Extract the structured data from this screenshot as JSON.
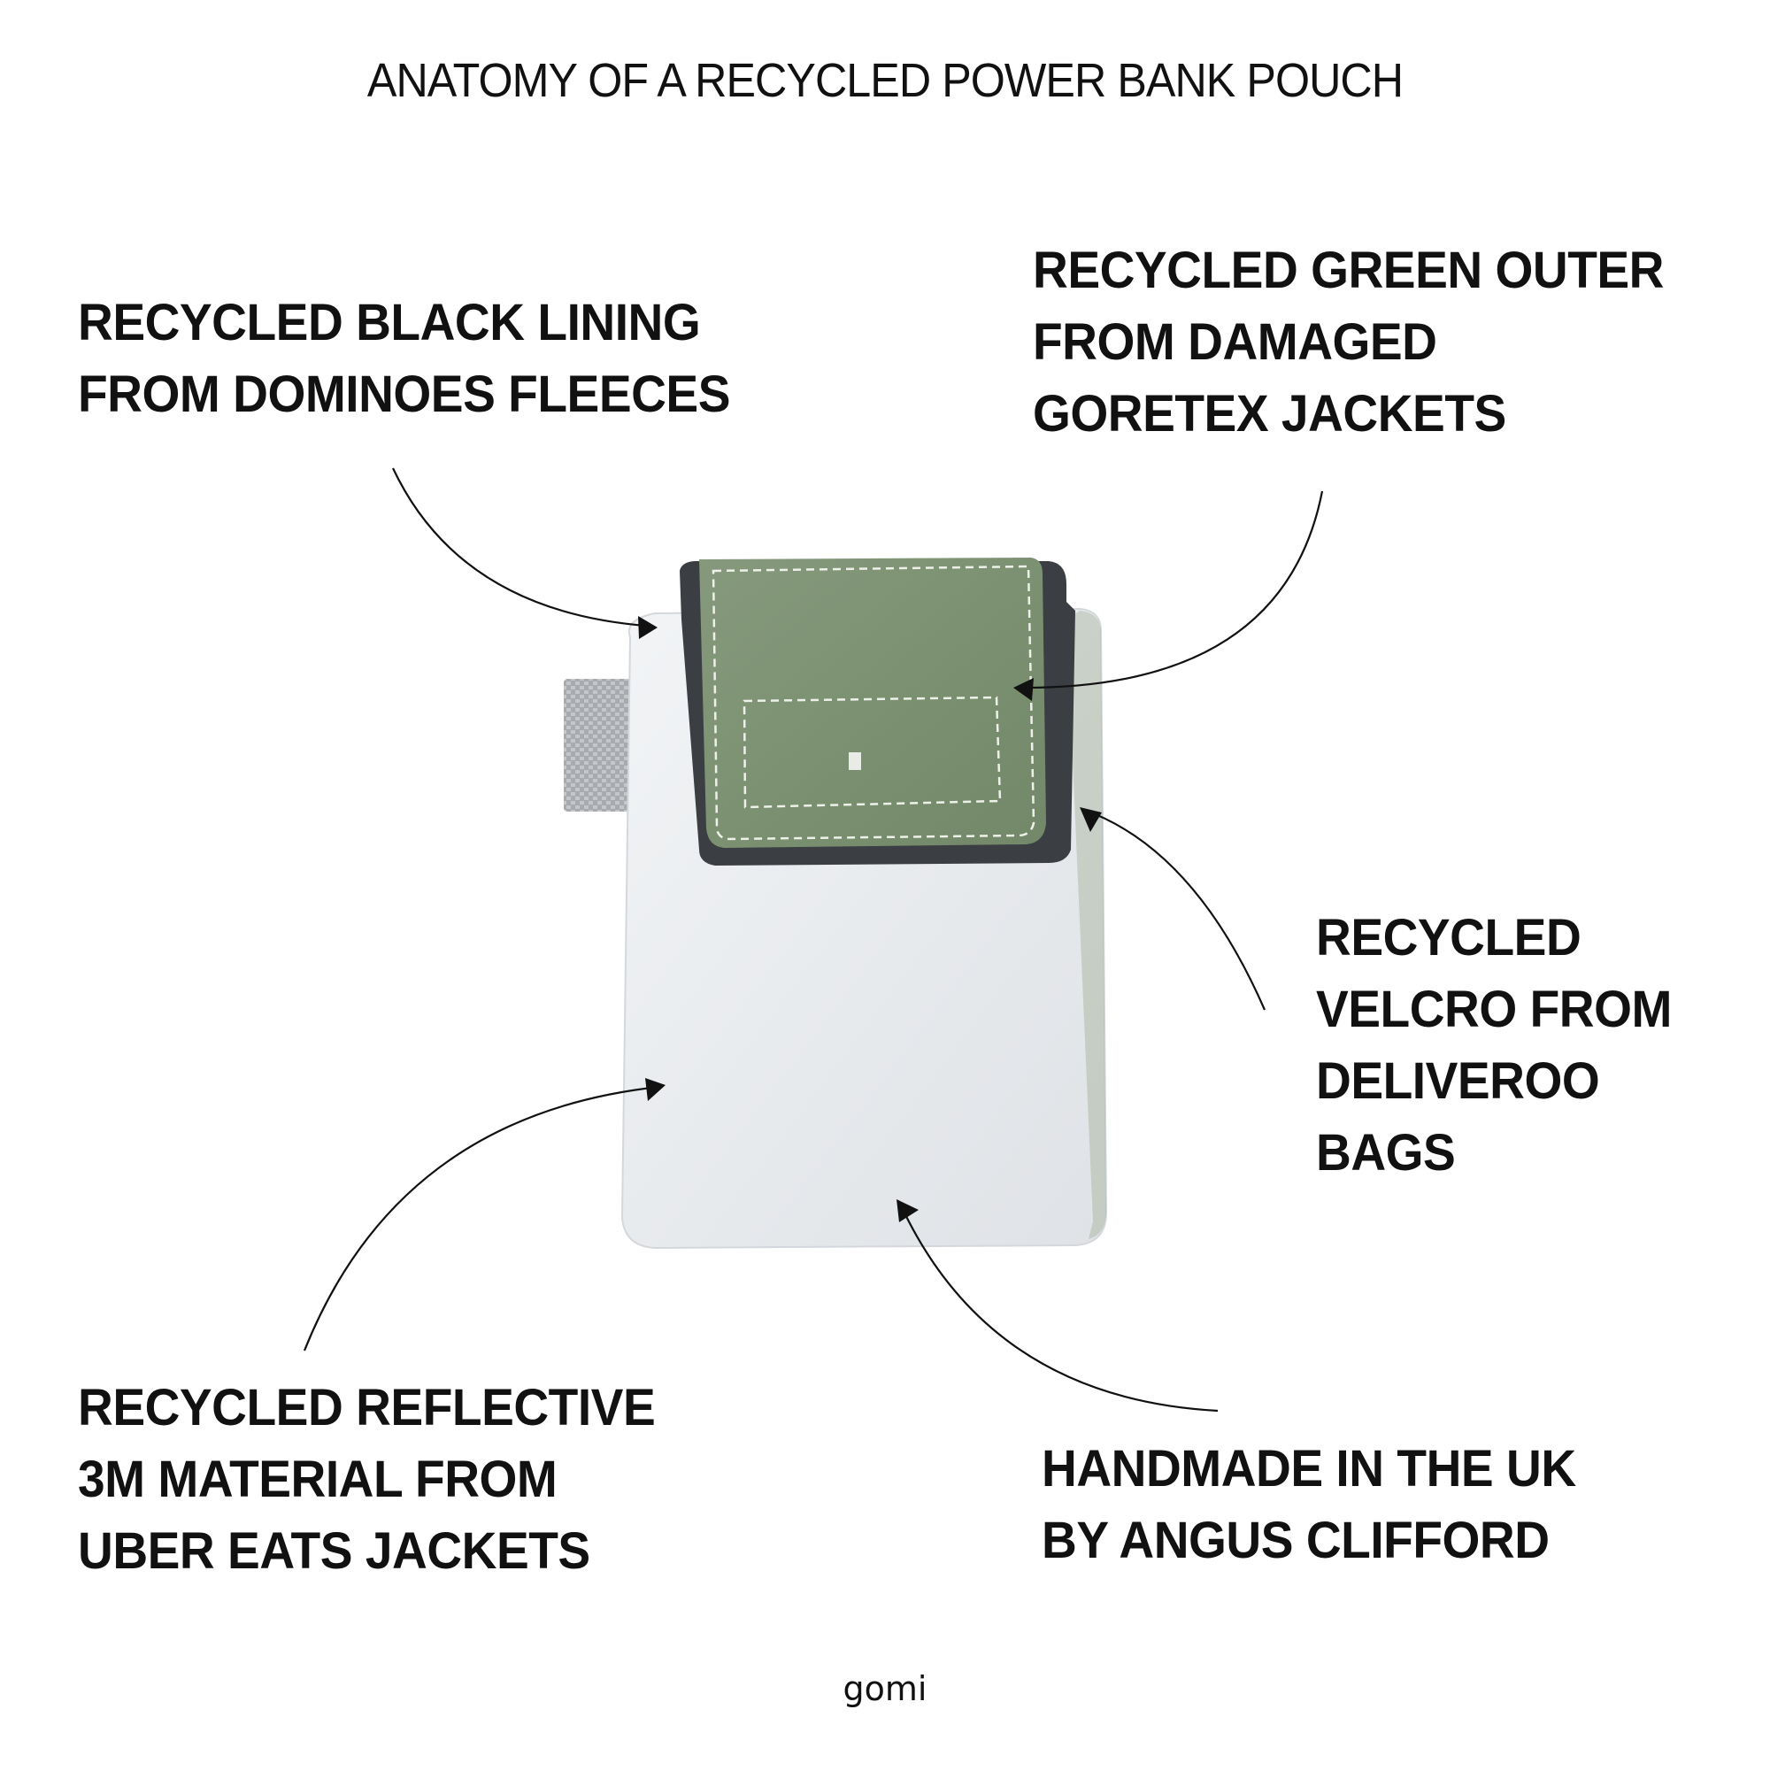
{
  "title": "ANATOMY OF A RECYCLED POWER BANK POUCH",
  "callouts": {
    "black_lining": [
      "RECYCLED BLACK LINING",
      "FROM DOMINOES FLEECES"
    ],
    "green_outer": [
      "RECYCLED GREEN OUTER",
      "FROM DAMAGED",
      "GORETEX JACKETS"
    ],
    "velcro": [
      "RECYCLED",
      "VELCRO FROM",
      "DELIVEROO",
      "BAGS"
    ],
    "reflective": [
      "RECYCLED REFLECTIVE",
      "3M MATERIAL FROM",
      "UBER EATS JACKETS"
    ],
    "handmade": [
      "HANDMADE IN THE UK",
      "BY ANGUS CLIFFORD"
    ]
  },
  "brand": "gomi",
  "colors": {
    "text": "#111111",
    "green_flap": "#7e9474",
    "reflective_body": "#e9ecef",
    "lining": "#3a3d42",
    "velcro_tab": "#a9acb0"
  }
}
